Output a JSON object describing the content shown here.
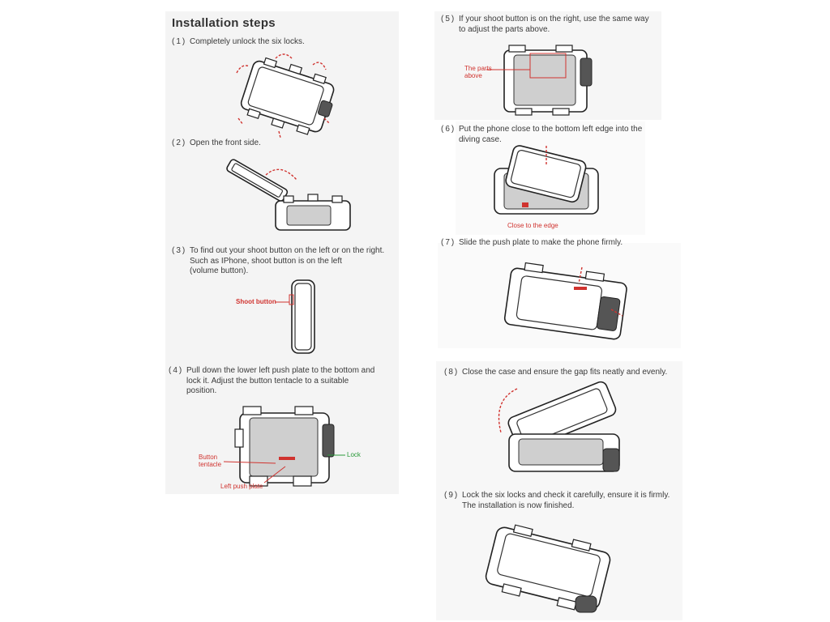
{
  "title": "Installation steps",
  "steps": [
    {
      "num": "(1)",
      "text": "Completely unlock the six locks."
    },
    {
      "num": "(2)",
      "text": "Open the front side."
    },
    {
      "num": "(3)",
      "lines": [
        "To find out your shoot button on the left or on the right.",
        "Such as IPhone, shoot button is on the left",
        "(volume button)."
      ]
    },
    {
      "num": "(4)",
      "lines": [
        "Pull down the lower left push plate to the bottom and",
        "lock it. Adjust the button tentacle to a suitable",
        "position."
      ]
    },
    {
      "num": "(5)",
      "lines": [
        "If your shoot button is on the right, use the same way",
        "to adjust the parts above."
      ]
    },
    {
      "num": "(6)",
      "lines": [
        "Put the phone close to the bottom left edge into the",
        "diving case."
      ]
    },
    {
      "num": "(7)",
      "text": "Slide the push plate to make the phone firmly."
    },
    {
      "num": "(8)",
      "text": "Close the case and ensure the gap fits neatly and evenly."
    },
    {
      "num": "(9)",
      "lines": [
        "Lock the six locks and check it carefully, ensure it is firmly.",
        "The installation is now finished."
      ]
    }
  ],
  "labels": {
    "shoot_button": "Shoot button",
    "button_tentacle": [
      "Button",
      "tentacle"
    ],
    "lock": "Lock",
    "left_push_plate": "Left push plate",
    "parts_above": [
      "The parts",
      "above"
    ],
    "close_to_edge": "Close to the edge"
  },
  "colors": {
    "accent_red": "#d0332f",
    "accent_green": "#2a9a3a"
  }
}
